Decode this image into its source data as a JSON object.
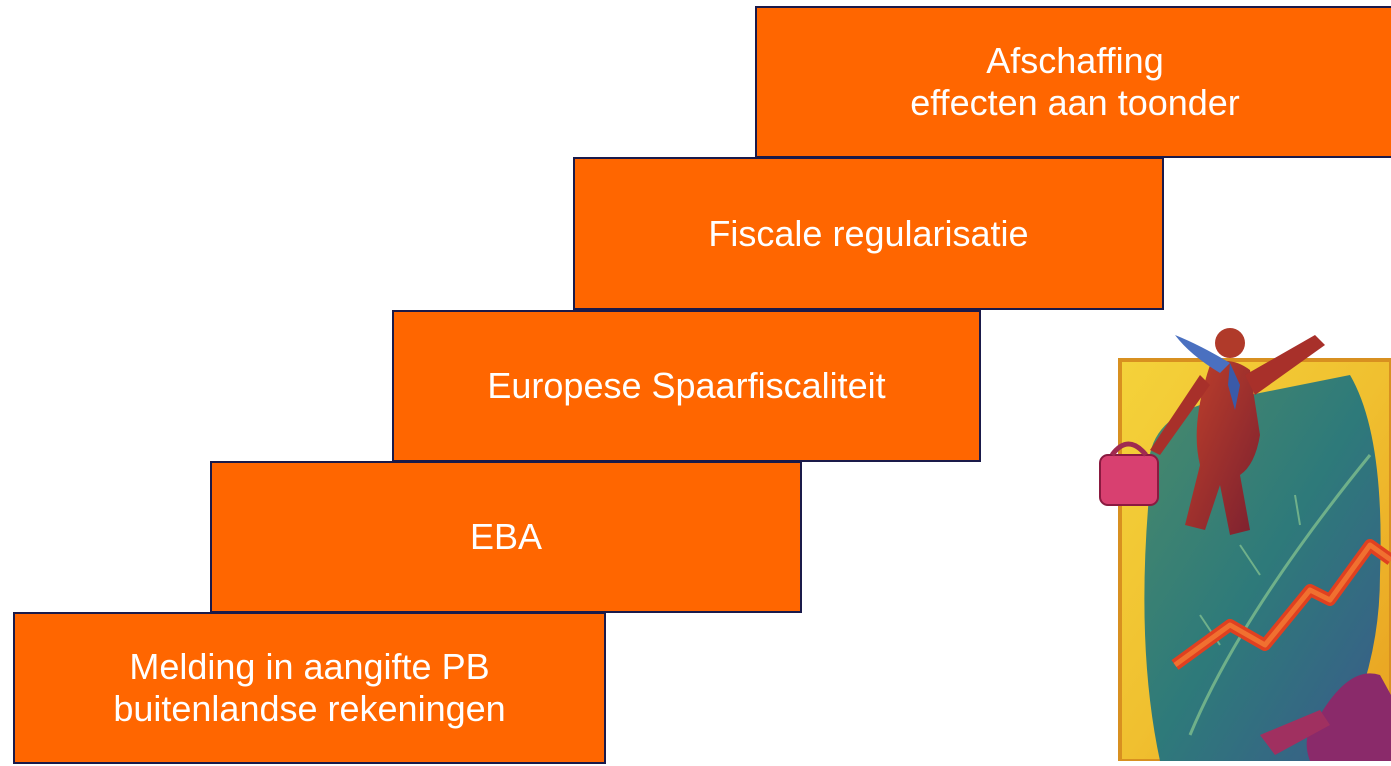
{
  "steps": [
    {
      "line1": "Melding in aangifte PB",
      "line2": "buitenlandse rekeningen"
    },
    {
      "line1": "EBA",
      "line2": ""
    },
    {
      "line1": "Europese Spaarfiscaliteit",
      "line2": ""
    },
    {
      "line1": "Fiscale regularisatie",
      "line2": ""
    },
    {
      "line1": "Afschaffing",
      "line2": "effecten aan toonder"
    }
  ],
  "colors": {
    "step_fill": "#ff6600",
    "step_border": "#1a1a4a",
    "step_text": "#ffffff"
  },
  "illustration": {
    "icon": "businessman-climbing-chart-icon"
  }
}
